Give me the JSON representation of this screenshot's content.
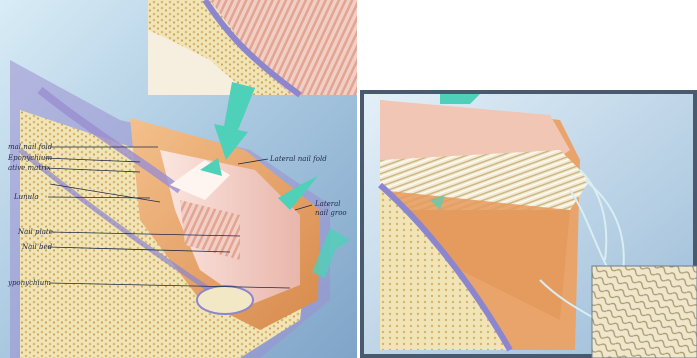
{
  "left_panel": {
    "labels": [
      {
        "id": "proximal_nail_fold",
        "text": "mal nail fold"
      },
      {
        "id": "eponychium_top",
        "text": "Eponychium"
      },
      {
        "id": "germinative_matrix",
        "text": "ative matrix"
      },
      {
        "id": "lunula",
        "text": "Lunula"
      },
      {
        "id": "nail_plate",
        "text": "Nail plate"
      },
      {
        "id": "nail_bed",
        "text": "Nail bed"
      },
      {
        "id": "hyponychium",
        "text": "yponychium"
      },
      {
        "id": "lateral_nail_fold",
        "text": "Lateral nail fold"
      },
      {
        "id": "lateral_nail_groove_1",
        "text": "Lateral"
      },
      {
        "id": "lateral_nail_groove_2",
        "text": "nail groo"
      }
    ]
  },
  "colors": {
    "background_blue": "#8fb3d4",
    "skin_orange": "#e8a46a",
    "nail_pink": "#f3d5cf",
    "dermis_cream": "#efe3b8",
    "epidermis_purple": "#9a8fd0",
    "arrow_teal": "#4fd0b8"
  }
}
